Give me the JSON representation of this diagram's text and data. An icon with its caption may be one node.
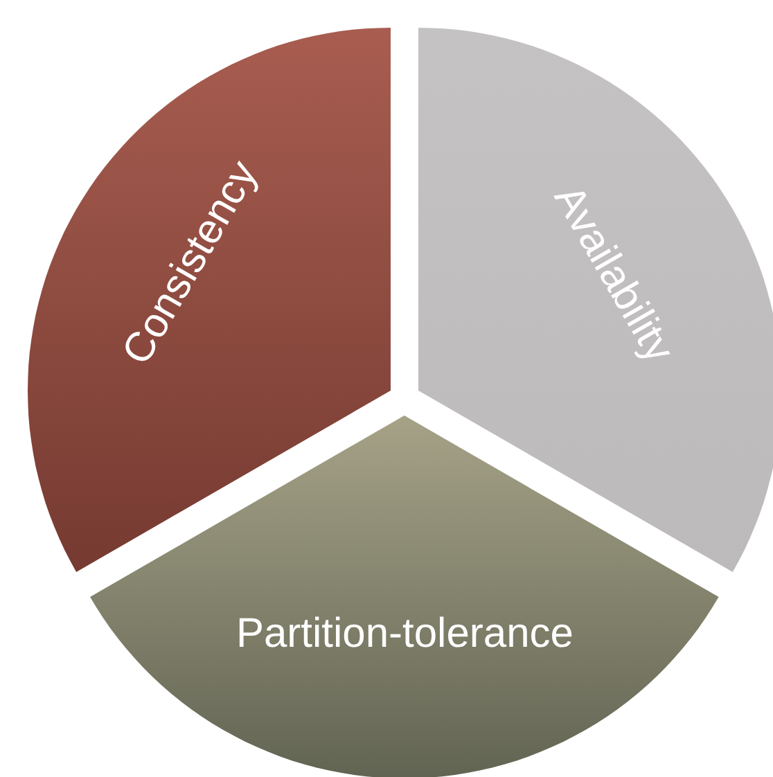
{
  "diagram": {
    "nodes": [
      {
        "text": [
          "Consistency"
        ]
      },
      {
        "text": [
          "Availability"
        ]
      },
      {
        "text": [
          "Partition-tolerance"
        ]
      }
    ]
  }
}
